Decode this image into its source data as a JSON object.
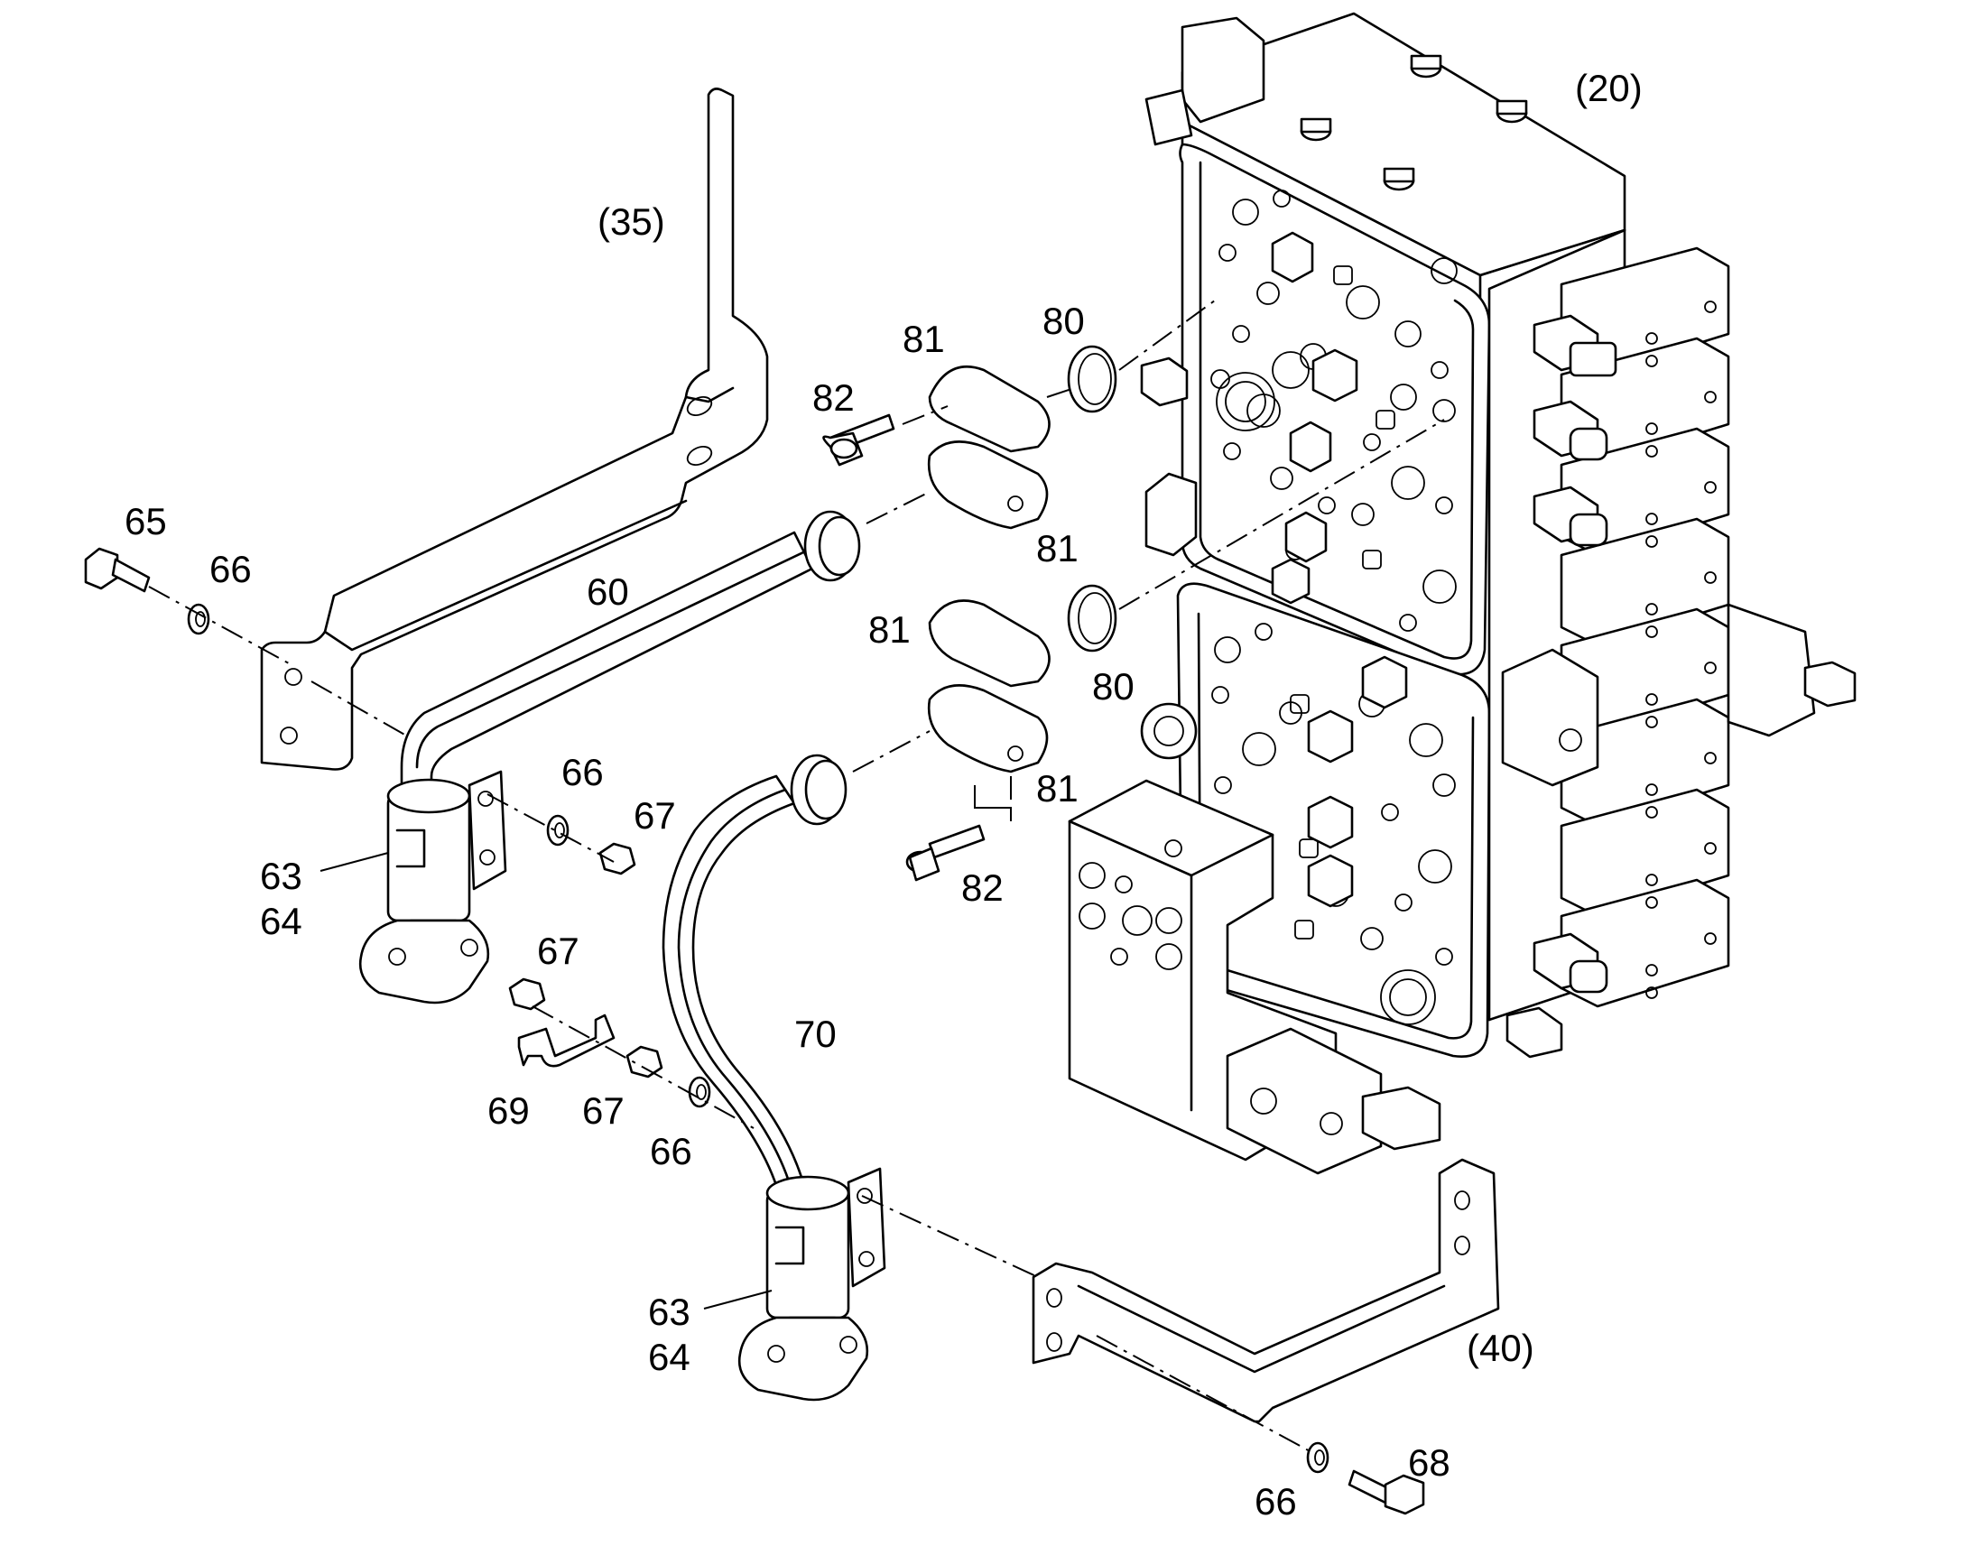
{
  "callouts": {
    "c20": "(20)",
    "c35": "(35)",
    "c40": "(40)",
    "c60": "60",
    "c63a": "63",
    "c64a": "64",
    "c63b": "63",
    "c64b": "64",
    "c65": "65",
    "c66a": "66",
    "c66b": "66",
    "c66c": "66",
    "c66d": "66",
    "c67a": "67",
    "c67b": "67",
    "c67c": "67",
    "c68": "68",
    "c69": "69",
    "c70": "70",
    "c80a": "80",
    "c80b": "80",
    "c81a": "81",
    "c81b": "81",
    "c81c": "81",
    "c81d": "81",
    "c82a": "82",
    "c82b": "82"
  }
}
